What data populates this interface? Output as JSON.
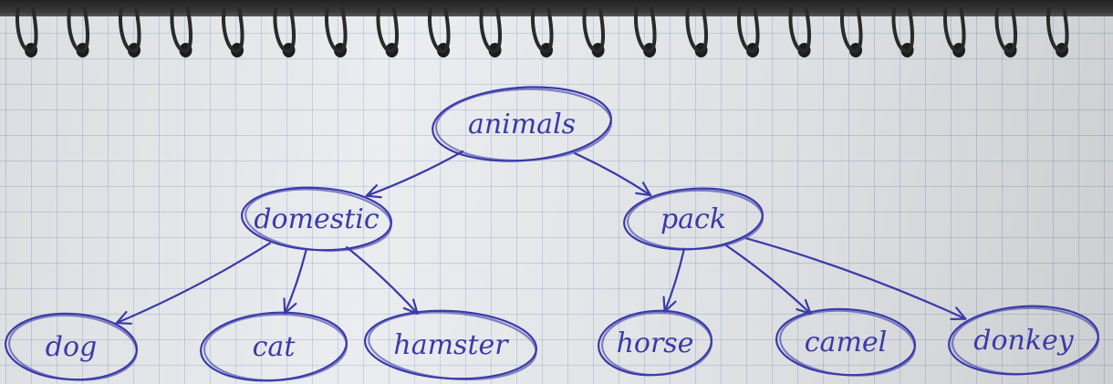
{
  "diagram": {
    "ink_color": "#3b3aa8",
    "paper_color": "#e9ebee",
    "nodes": [
      {
        "id": "animals",
        "label": "animals"
      },
      {
        "id": "domestic",
        "label": "domestic"
      },
      {
        "id": "pack",
        "label": "pack"
      },
      {
        "id": "dog",
        "label": "dog"
      },
      {
        "id": "cat",
        "label": "cat"
      },
      {
        "id": "hamster",
        "label": "hamster"
      },
      {
        "id": "horse",
        "label": "horse"
      },
      {
        "id": "camel",
        "label": "camel"
      },
      {
        "id": "donkey",
        "label": "donkey"
      }
    ],
    "edges": [
      {
        "from": "animals",
        "to": "domestic"
      },
      {
        "from": "animals",
        "to": "pack"
      },
      {
        "from": "domestic",
        "to": "dog"
      },
      {
        "from": "domestic",
        "to": "cat"
      },
      {
        "from": "domestic",
        "to": "hamster"
      },
      {
        "from": "pack",
        "to": "horse"
      },
      {
        "from": "pack",
        "to": "camel"
      },
      {
        "from": "pack",
        "to": "donkey"
      }
    ]
  }
}
